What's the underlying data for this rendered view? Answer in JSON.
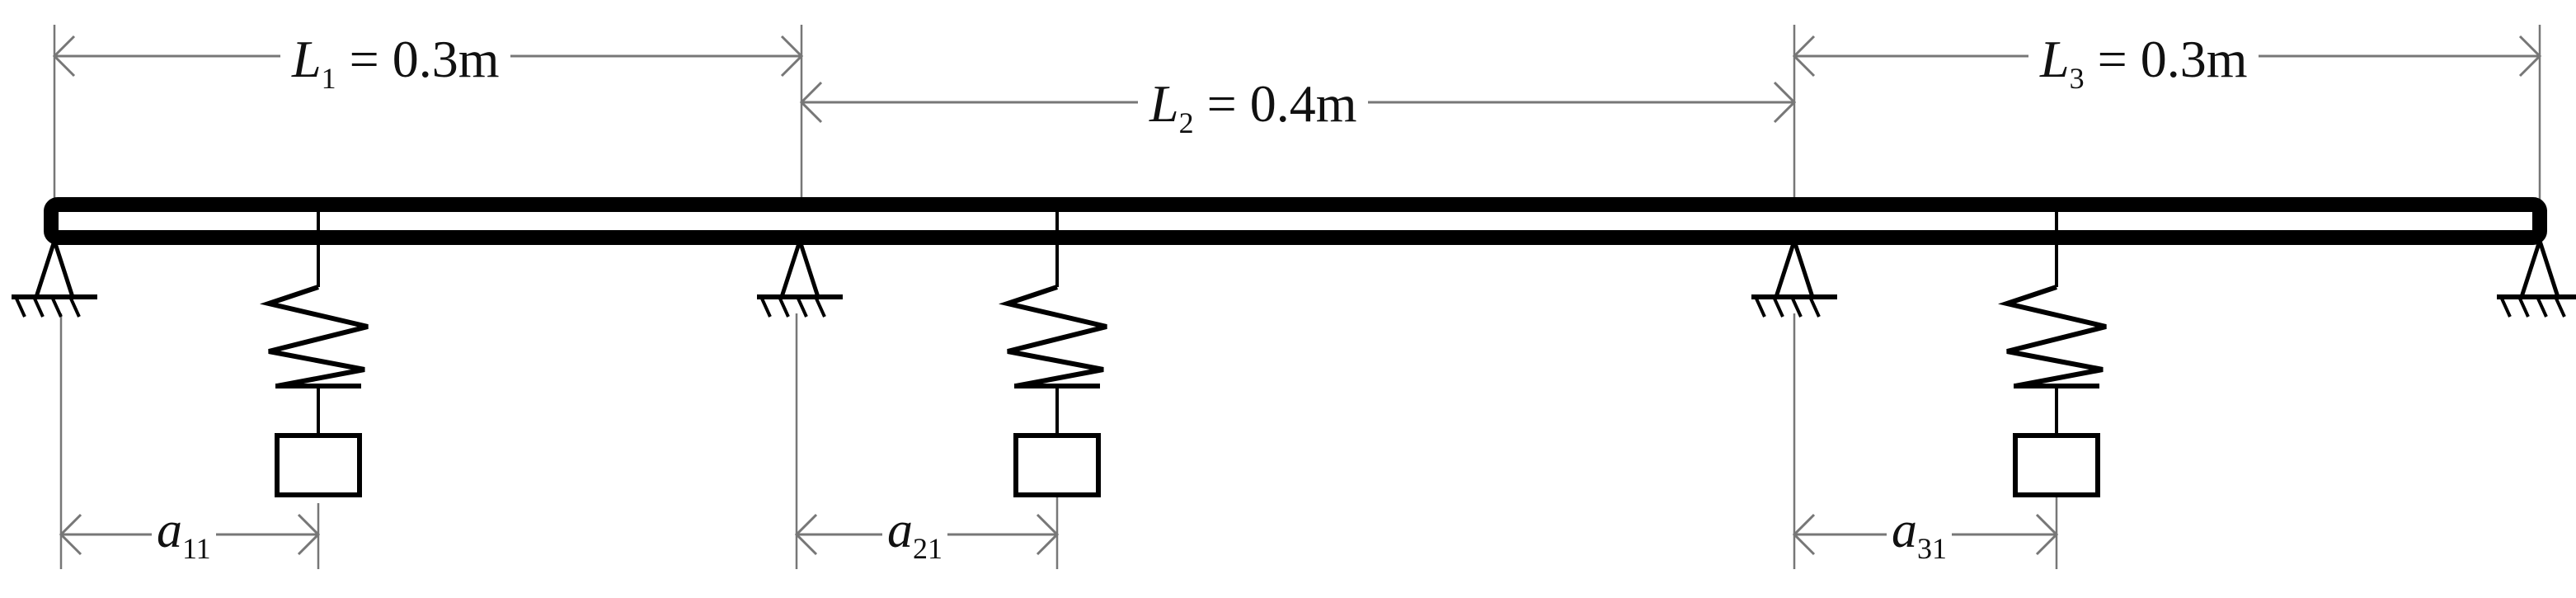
{
  "diagram": {
    "title": "",
    "beam": {
      "type": "three-span continuous beam",
      "color": "#000000"
    },
    "spans": [
      {
        "symbol": "L",
        "index": "1",
        "equals": "=",
        "value": "0.3m"
      },
      {
        "symbol": "L",
        "index": "2",
        "equals": "=",
        "value": "0.4m"
      },
      {
        "symbol": "L",
        "index": "3",
        "equals": "=",
        "value": "0.3m"
      }
    ],
    "absorbers": [
      {
        "symbol": "a",
        "index": "11"
      },
      {
        "symbol": "a",
        "index": "21"
      },
      {
        "symbol": "a",
        "index": "31"
      }
    ],
    "supports": [
      "pin-support",
      "pin-support",
      "pin-support",
      "pin-support"
    ],
    "colors": {
      "line": "#000000",
      "dimension": "#777777",
      "background": "#ffffff"
    }
  }
}
